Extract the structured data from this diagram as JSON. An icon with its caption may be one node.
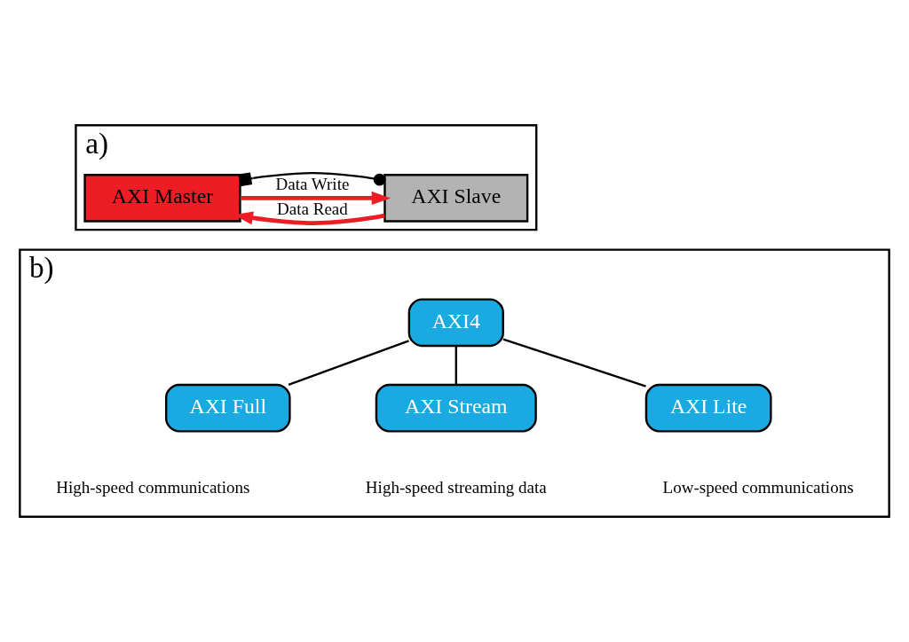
{
  "diagram": {
    "nodes": [
      {
        "text": [
          "a)"
        ]
      },
      {
        "text": [
          "AXI Slave"
        ],
        "in": 0
      },
      {
        "text": [
          "AXI Master"
        ],
        "in": 0
      },
      {
        "text": [
          "b)"
        ]
      },
      {
        "text": [
          "AXI4"
        ],
        "in": 3
      },
      {
        "text": [
          "AXI Full"
        ],
        "in": 3,
        "beside": [
          "High-speed communications"
        ]
      },
      {
        "text": [
          "AXI Stream"
        ],
        "in": 3,
        "beside": [
          "High-speed streaming data"
        ]
      },
      {
        "text": [
          "AXI Lite"
        ],
        "in": 3,
        "beside": [
          "Low-speed communications"
        ]
      }
    ],
    "edges": [
      {
        "from": 1,
        "to": 2,
        "arrow": "other"
      },
      {
        "from": 2,
        "to": 1,
        "arrow": "to",
        "label": "Data Write",
        "color": "#ee1c24",
        "style": "thick"
      },
      {
        "from": 1,
        "to": 2,
        "arrow": "to",
        "label": "Data Read",
        "color": "#ee1c24",
        "style": "thick"
      },
      {
        "from": 4,
        "to": 5,
        "arrow": "none"
      },
      {
        "from": 4,
        "to": 6,
        "arrow": "none"
      },
      {
        "from": 4,
        "to": 7,
        "arrow": "none"
      }
    ]
  }
}
